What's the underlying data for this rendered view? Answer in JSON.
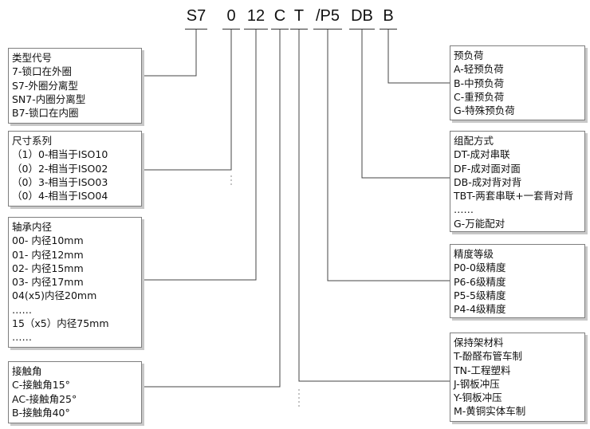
{
  "code_parts": [
    "S7",
    "0",
    "12",
    "C",
    "T",
    "/P5",
    "DB",
    "B"
  ],
  "left_boxes": [
    {
      "title": "类型代号",
      "lines": [
        "7-锁口在外圈",
        "S7-外圈分离型",
        "SN7-内圈分离型",
        "B7-锁口在内圈"
      ]
    },
    {
      "title": "尺寸系列",
      "lines": [
        "（1）0-相当于ISO10",
        "（0）2-相当于ISO02",
        "（0）3-相当于ISO03",
        "（0）4-相当于ISO04"
      ]
    },
    {
      "title": "轴承内径",
      "lines": [
        "00- 内径10mm",
        "01- 内径12mm",
        "02- 内径15mm",
        "03- 内径17mm",
        "04(x5)内径20mm",
        "……",
        "15（x5）内径75mm",
        "……"
      ]
    },
    {
      "title": "接触角",
      "lines": [
        "C-接触角15°",
        "AC-接触角25°",
        "B-接触角40°"
      ]
    }
  ],
  "right_boxes": [
    {
      "title": "预负荷",
      "lines": [
        "A-轻预负荷",
        "B-中预负荷",
        "C-重预负荷",
        "G-特殊预负荷"
      ]
    },
    {
      "title": "组配方式",
      "lines": [
        "DT-成对串联",
        "DF-成对面对面",
        "DB-成对背对背",
        "TBT-两套串联+一套背对背",
        "……",
        "G-万能配对"
      ]
    },
    {
      "title": "精度等级",
      "lines": [
        "P0-0级精度",
        "P6-6级精度",
        "P5-5级精度",
        "P4-4级精度"
      ]
    },
    {
      "title": "保持架材料",
      "lines": [
        "T-酚醛布管车制",
        "TN-工程塑料",
        "J-钢板冲压",
        "Y-铜板冲压",
        "M-黄铜实体车制"
      ]
    }
  ]
}
